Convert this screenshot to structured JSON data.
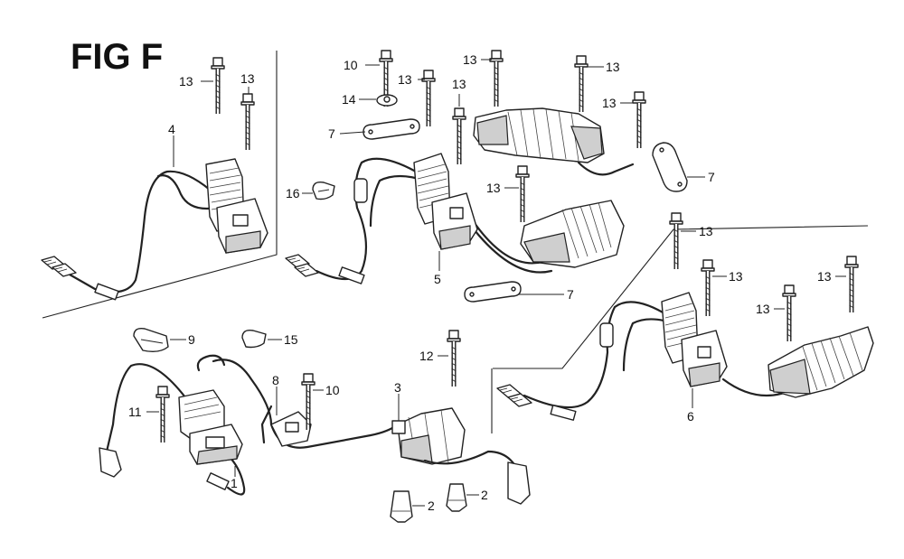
{
  "figure": {
    "title": "FIG F"
  },
  "callouts": [
    {
      "id": "c13a",
      "label": "13"
    },
    {
      "id": "c13b",
      "label": "13"
    },
    {
      "id": "c4",
      "label": "4"
    },
    {
      "id": "c10a",
      "label": "10"
    },
    {
      "id": "c13c",
      "label": "13"
    },
    {
      "id": "c13d",
      "label": "13"
    },
    {
      "id": "c13e",
      "label": "13"
    },
    {
      "id": "c13f",
      "label": "13"
    },
    {
      "id": "c13g",
      "label": "13"
    },
    {
      "id": "c14",
      "label": "14"
    },
    {
      "id": "c7a",
      "label": "7"
    },
    {
      "id": "c7b",
      "label": "7"
    },
    {
      "id": "c16",
      "label": "16"
    },
    {
      "id": "c13h",
      "label": "13"
    },
    {
      "id": "c5",
      "label": "5"
    },
    {
      "id": "c7c",
      "label": "7"
    },
    {
      "id": "c13i",
      "label": "13"
    },
    {
      "id": "c13j",
      "label": "13"
    },
    {
      "id": "c13k",
      "label": "13"
    },
    {
      "id": "c13l",
      "label": "13"
    },
    {
      "id": "c9",
      "label": "9"
    },
    {
      "id": "c15",
      "label": "15"
    },
    {
      "id": "c12",
      "label": "12"
    },
    {
      "id": "c8",
      "label": "8"
    },
    {
      "id": "c10b",
      "label": "10"
    },
    {
      "id": "c3",
      "label": "3"
    },
    {
      "id": "c11",
      "label": "11"
    },
    {
      "id": "c1",
      "label": "1"
    },
    {
      "id": "c2a",
      "label": "2"
    },
    {
      "id": "c2b",
      "label": "2"
    },
    {
      "id": "c6",
      "label": "6"
    }
  ]
}
